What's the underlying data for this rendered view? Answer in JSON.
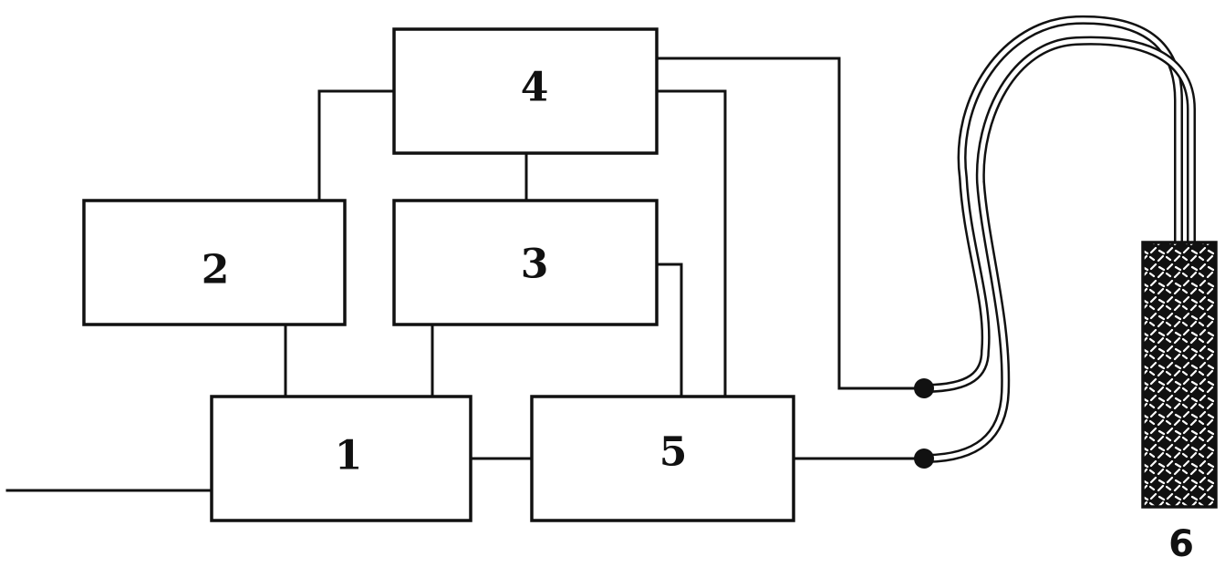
{
  "blocks": {
    "b1": "1",
    "b2": "2",
    "b3": "3",
    "b4": "4",
    "b5": "5",
    "probe": "6"
  },
  "colors": {
    "stroke": "#111111",
    "background": "#ffffff"
  }
}
